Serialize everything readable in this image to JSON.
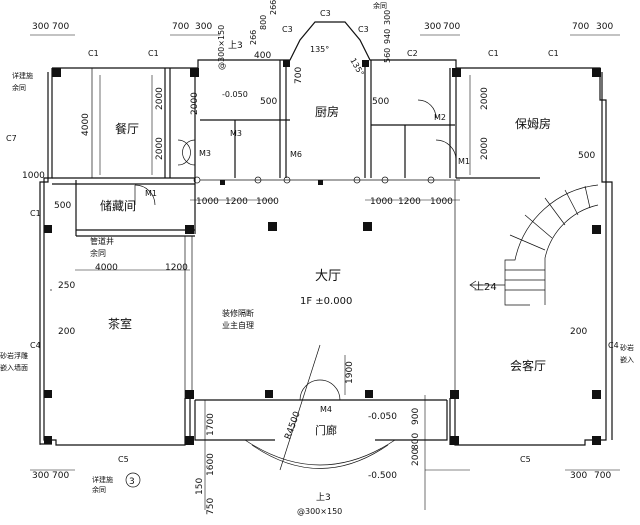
{
  "rooms": {
    "dining": "餐厅",
    "kitchen": "厨房",
    "nanny": "保姆房",
    "storage": "储藏间",
    "hall": "大厅",
    "tea": "茶室",
    "reception": "会客厅",
    "porch": "门廊"
  },
  "notes": {
    "floor": "1F ±0.000",
    "partition_1": "装修隔断",
    "partition_2": "业主自理",
    "pipe_1": "管道井",
    "pipe_2": "余同",
    "sandstone_l1": "砂岩浮雕",
    "sandstone_l2": "嵌入墙面",
    "sandstone_r1": "砂岩",
    "sandstone_r2": "嵌入",
    "detail_tl_1": "详建施",
    "detail_tl_2": "余同",
    "detail_top": "余同",
    "detail_bl": "详建施",
    "detail_bl_2": "余同",
    "detail_bl_num": "3",
    "stair_up": "上24",
    "step_up_top": "上3",
    "step_up_bottom": "上3",
    "radius": "R4500"
  },
  "levels": {
    "top_step": "@300×150",
    "bottom_step": "@300×150",
    "storage_neg": "-0.050",
    "porch_neg": "-0.050",
    "outer_neg": "-0.500"
  },
  "labels": {
    "C1a": "C1",
    "C1b": "C1",
    "C1c": "C1",
    "C1d": "C1",
    "C1e": "C1",
    "C2": "C2",
    "C3a": "C3",
    "C3b": "C3",
    "C3c": "C3",
    "C4a": "C4",
    "C4b": "C4",
    "C5a": "C5",
    "C5b": "C5",
    "C7": "C7",
    "M1a": "M1",
    "M1b": "M1",
    "M2": "M2",
    "M3a": "M3",
    "M3b": "M3",
    "M4": "M4",
    "M6": "M6"
  },
  "dims": {
    "top_l1": "300",
    "top_l2": "700",
    "top_m1": "700",
    "top_m2": "300",
    "top_c1": "266",
    "top_c2": "800",
    "top_c3": "266",
    "top_r1": "300",
    "top_r2": "700",
    "top_r3": "700",
    "top_r4": "300",
    "top_hs1": "560",
    "top_hs2": "940",
    "top_hs3": "300",
    "angle_l": "135°",
    "angle_r": "135°",
    "k400": "400",
    "k700": "700",
    "k500a": "500",
    "k500b": "500",
    "d2000a": "2000",
    "d4000": "4000",
    "d2000b": "2000",
    "d2000c": "2000",
    "d2000d": "2000",
    "d2000e": "2000",
    "d1000": "1000",
    "d500l": "500",
    "d250": "250",
    "d200l": "200",
    "n500": "500",
    "r200": "200",
    "g1": "1000",
    "g2": "1200",
    "g3": "1000",
    "g4": "1000",
    "g5": "1200",
    "g6": "1000",
    "t4000": "4000",
    "t1200": "1200",
    "e1900": "1900",
    "e1700": "1700",
    "e1600": "1600",
    "e800": "800",
    "e900": "900",
    "e200": "200",
    "e150": "150",
    "e750": "750",
    "b_l1": "300",
    "b_l2": "700",
    "b_r1": "300",
    "b_r2": "700"
  }
}
